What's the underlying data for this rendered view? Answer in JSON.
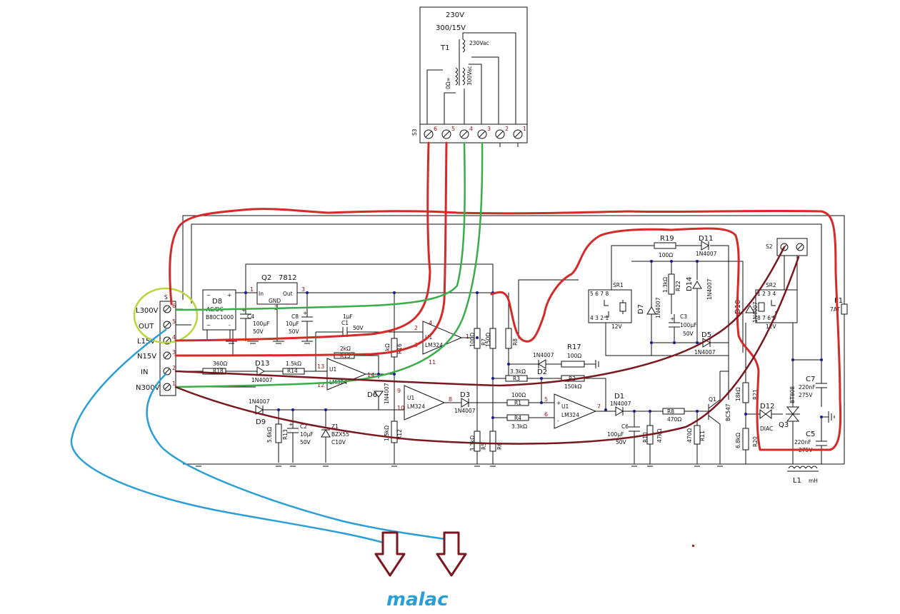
{
  "transformer": {
    "voltage": "230V",
    "ratio": "300/15V",
    "ref": "T1",
    "sec_a": "230Vac",
    "sec_b": "300Vac",
    "prim": "0Ω∞",
    "connector_ref": "S3",
    "pins": [
      "6",
      "5",
      "4",
      "3",
      "2",
      "1"
    ]
  },
  "terminals": {
    "pins": [
      "6",
      "5",
      "4",
      "3",
      "2",
      "1"
    ],
    "labels": [
      "L300V",
      "OUT",
      "L15V",
      "N15V",
      "IN",
      "N300V"
    ],
    "ref": "S"
  },
  "components": {
    "d8": {
      "ref": "D8",
      "type": "AC/DC",
      "part": "B80C1000"
    },
    "q2": {
      "ref": "Q2",
      "part": "7812",
      "in": "In",
      "out": "Out",
      "gnd": "GND",
      "p1": "1",
      "p2": "2",
      "p3": "3"
    },
    "c4": {
      "ref": "C4",
      "val": "100µF",
      "volt": "50V"
    },
    "c8": {
      "ref": "C8",
      "val": "10µF",
      "volt": "50V"
    },
    "c1": {
      "ref": "C1",
      "val": "1µF",
      "volt": "50V"
    },
    "r18": {
      "ref": "R18",
      "val": "360Ω"
    },
    "d13": {
      "ref": "D13",
      "part": "1N4007"
    },
    "r14": {
      "ref": "R14",
      "val": "1.5kΩ"
    },
    "r15": {
      "ref": "R15",
      "val": "2kΩ"
    },
    "r16": {
      "ref": "R16",
      "val": "1kΩ"
    },
    "u1a": {
      "ref": "U1",
      "part": "LM324",
      "p13": "13",
      "p12": "12",
      "p14": "14"
    },
    "u1b": {
      "ref": "U1",
      "part": "LM324",
      "p2": "2",
      "p3": "3",
      "p1": "1",
      "p4": "4",
      "p11": "11"
    },
    "u1c": {
      "ref": "U1",
      "part": "LM324",
      "p9": "9",
      "p10": "10",
      "p8": "8"
    },
    "u1d": {
      "ref": "U1",
      "part": "LM324",
      "p5": "5",
      "p6": "6",
      "p7": "7"
    },
    "d6": {
      "ref": "D6",
      "part": "1N4007"
    },
    "r13": {
      "ref": "R13",
      "val": "5.6kΩ"
    },
    "c2": {
      "ref": "C2",
      "val": "10µF",
      "volt": "50V"
    },
    "z1": {
      "ref": "Z1",
      "part": "BZX55",
      "val": "C10V"
    },
    "d9": {
      "ref": "D9",
      "part": "1N4007"
    },
    "r12": {
      "ref": "R12",
      "val": "1.5kΩ"
    },
    "d3": {
      "ref": "D3",
      "part": "1N4007"
    },
    "r7": {
      "ref": "R7",
      "val": "100Ω"
    },
    "r9": {
      "ref": "R9",
      "val": "150Ω"
    },
    "r8": {
      "ref": "R8"
    },
    "r5": {
      "ref": "R5",
      "val": "3.3kΩ"
    },
    "r6": {
      "ref": "R6"
    },
    "r3": {
      "ref": "R3",
      "val": "3.3kΩ"
    },
    "r2": {
      "ref": "R2",
      "val": "150kΩ"
    },
    "r1": {
      "ref": "R1",
      "val": "100Ω"
    },
    "r4": {
      "ref": "R4",
      "val": "3.3kΩ"
    },
    "d2": {
      "ref": "D2",
      "part": "1N4007"
    },
    "r17": {
      "ref": "R17",
      "val": "100Ω"
    },
    "r19": {
      "ref": "R19",
      "val": "100Ω"
    },
    "d11": {
      "ref": "D11",
      "part": "1N4007"
    },
    "sr1": {
      "ref": "SR1",
      "volt": "12V",
      "pins": "5 6 7 8",
      "pins_b": "4 3 2 1"
    },
    "sr2": {
      "ref": "SR2",
      "volt": "12V",
      "pins": "1 2 3 4",
      "pins_b": "8 7 6 5"
    },
    "d7": {
      "ref": "D7",
      "part": "1N4007"
    },
    "r22": {
      "ref": "R22",
      "val": "1.3kΩ"
    },
    "d14": {
      "ref": "D14",
      "part": "1N4007"
    },
    "c3": {
      "ref": "C3",
      "val": "100µF",
      "volt": "50V"
    },
    "d5": {
      "ref": "D5",
      "part": "1N4007"
    },
    "d10": {
      "ref": "D10",
      "part": "1N4007"
    },
    "d1": {
      "ref": "D1",
      "part": "1N4007"
    },
    "c6": {
      "ref": "C6",
      "val": "100µF",
      "volt": "50V"
    },
    "r10": {
      "ref": "R10",
      "val": "47kΩ"
    },
    "r11": {
      "ref": "R11",
      "val": "470Ω"
    },
    "r8b": {
      "ref": "R8",
      "val": "470Ω"
    },
    "q1": {
      "ref": "Q1",
      "part": "BC547"
    },
    "r21": {
      "ref": "R21",
      "val": "18kΩ"
    },
    "r20": {
      "ref": "R20",
      "val": "6.8kΩ"
    },
    "d12": {
      "ref": "D12",
      "part": "DIAC"
    },
    "q3": {
      "ref": "Q3",
      "part": "BT808"
    },
    "c7": {
      "ref": "C7",
      "val": "220nF",
      "volt": "275V"
    },
    "c5": {
      "ref": "C5",
      "val": "220nF",
      "volt": "275V"
    },
    "l1": {
      "ref": "L1",
      "val": "mH"
    },
    "f1": {
      "ref": "F1",
      "val": "7AT"
    },
    "s2": {
      "ref": "S2"
    }
  },
  "annotation": {
    "text": "malac"
  }
}
